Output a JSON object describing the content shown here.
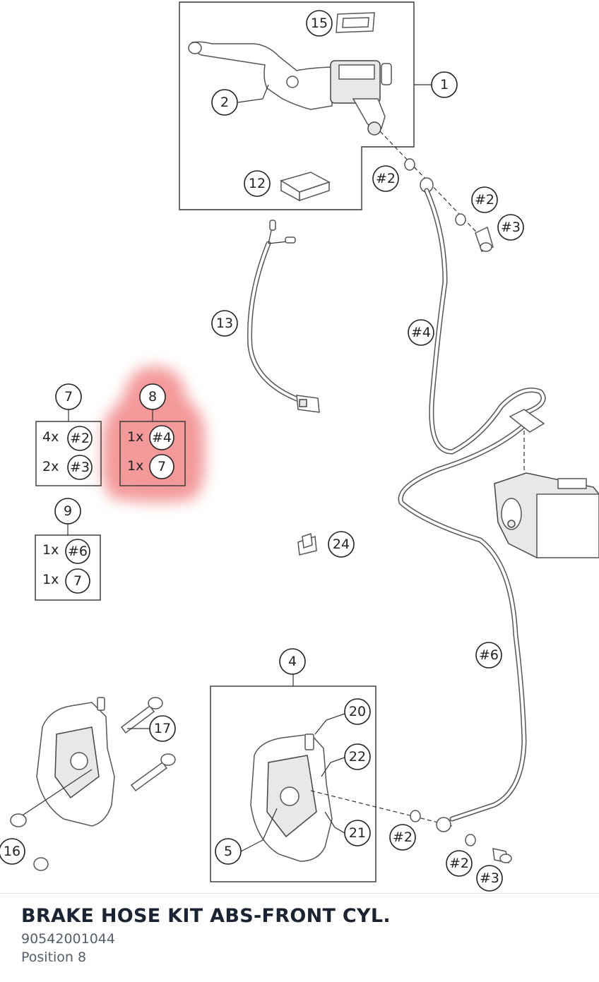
{
  "diagram": {
    "callouts": {
      "c1": "1",
      "c2": "2",
      "c4": "4",
      "c5": "5",
      "c7": "7",
      "c8": "8",
      "c9": "9",
      "c12": "12",
      "c13": "13",
      "c15": "15",
      "c16": "16",
      "c17": "17",
      "c20": "20",
      "c21": "21",
      "c22": "22",
      "c24": "24",
      "h2a": "#2",
      "h2b": "#2",
      "h3a": "#3",
      "h4": "#4",
      "h6": "#6",
      "h2c": "#2",
      "h2d": "#2",
      "h3b": "#3"
    },
    "kit7": {
      "number": "7",
      "rows": [
        {
          "qty": "4x",
          "ref": "#2"
        },
        {
          "qty": "2x",
          "ref": "#3"
        }
      ]
    },
    "kit8": {
      "number": "8",
      "highlight_color": "#f08080",
      "rows": [
        {
          "qty": "1x",
          "ref": "#4"
        },
        {
          "qty": "1x",
          "ref": "7"
        }
      ]
    },
    "kit9": {
      "number": "9",
      "rows": [
        {
          "qty": "1x",
          "ref": "#6"
        },
        {
          "qty": "1x",
          "ref": "7"
        }
      ]
    }
  },
  "caption": {
    "title": "BRAKE HOSE KIT ABS-FRONT CYL.",
    "part_number": "90542001044",
    "position": "Position 8"
  }
}
